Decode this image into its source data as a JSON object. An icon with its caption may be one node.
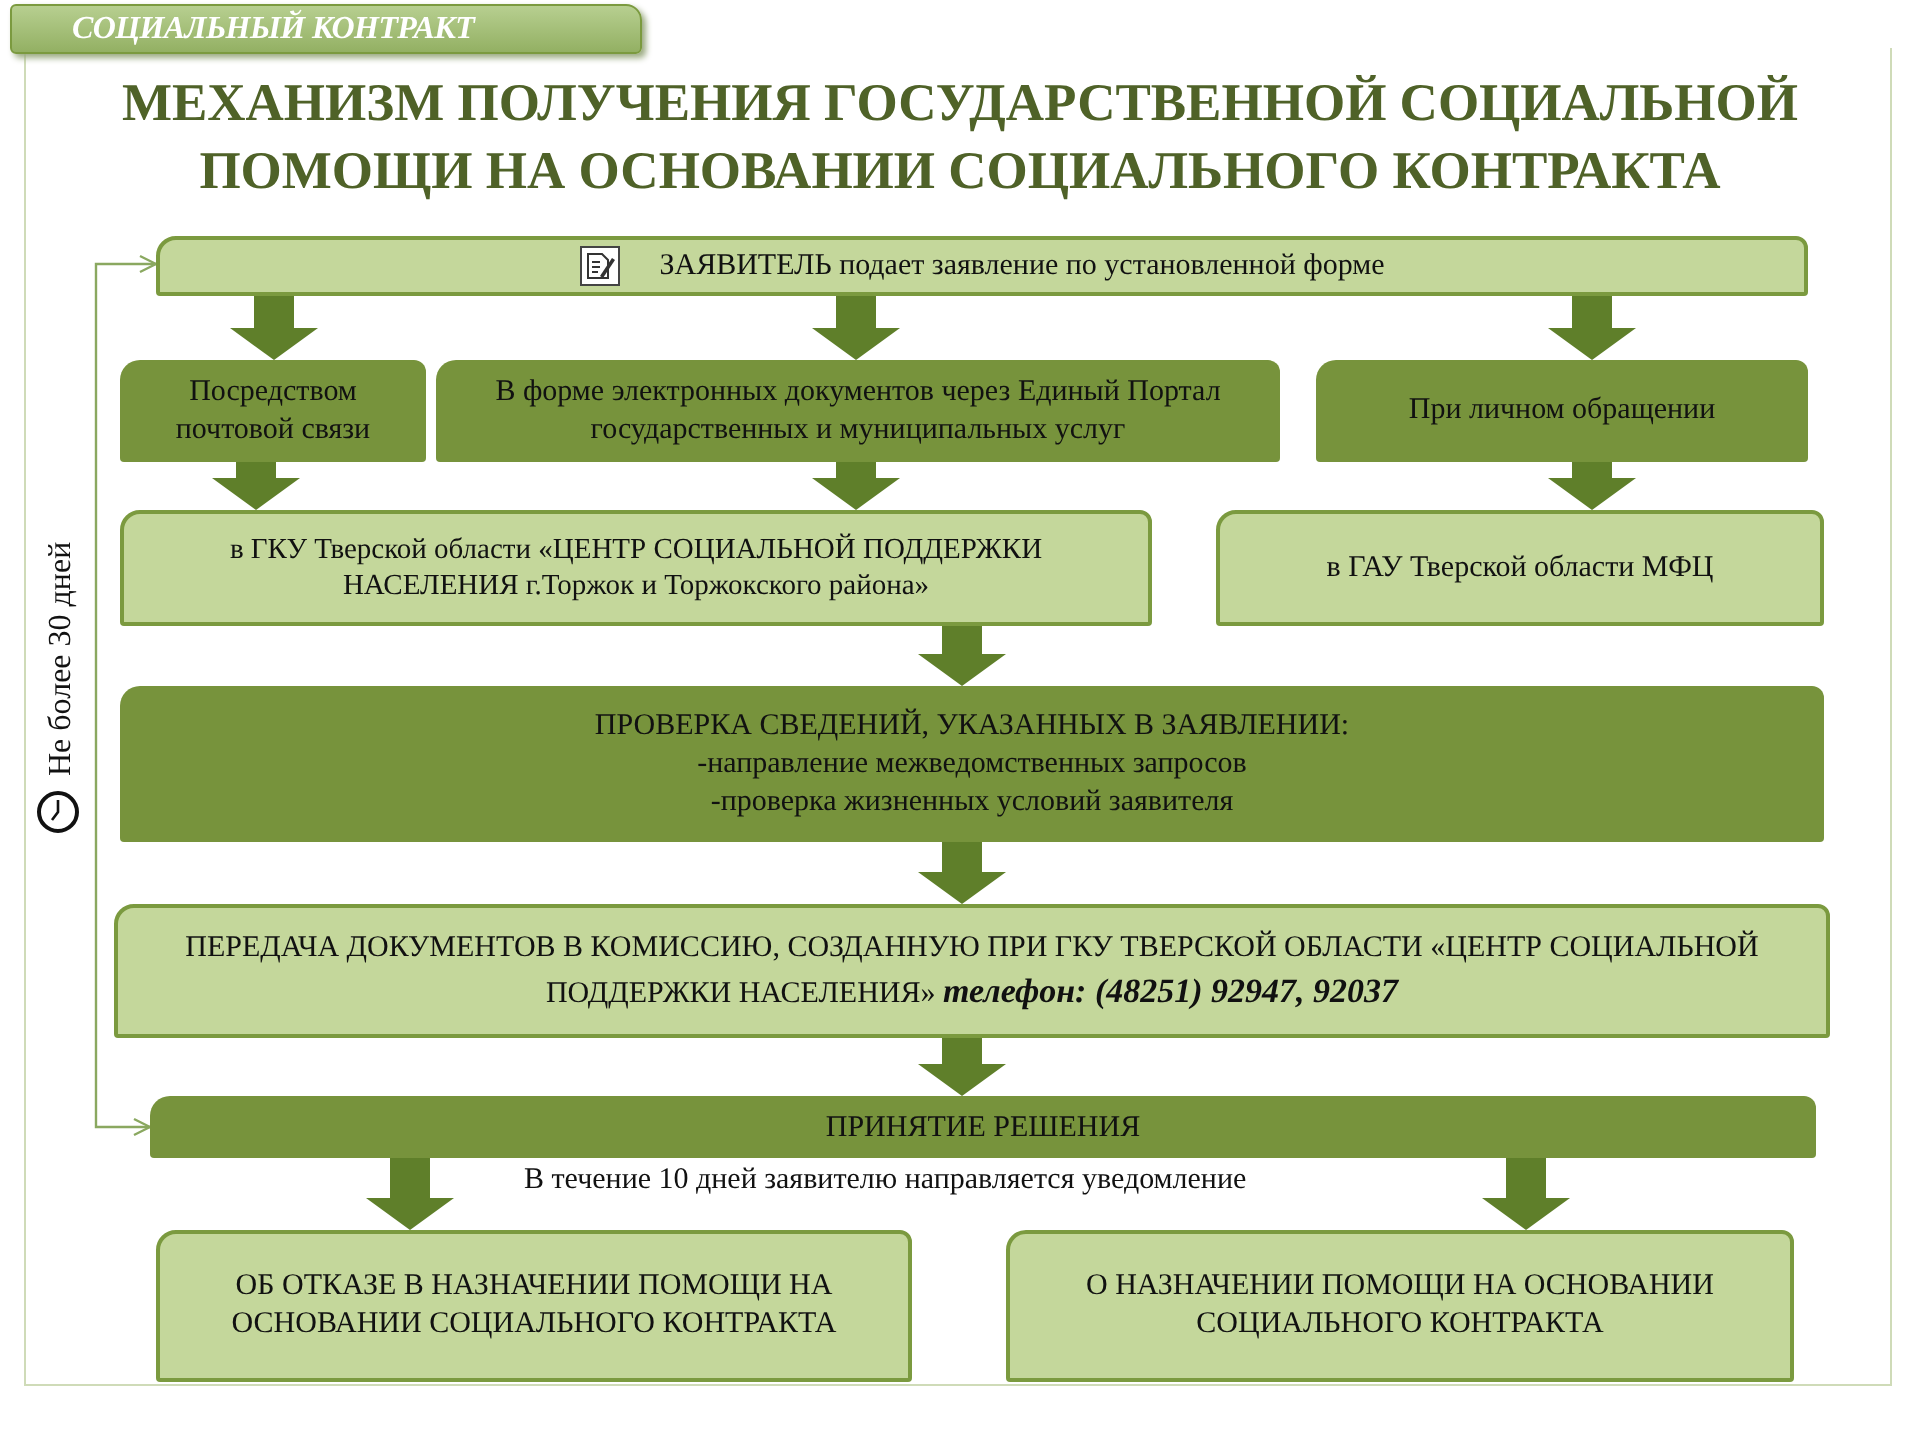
{
  "diagram": {
    "title": "МЕХАНИЗМ ПОЛУЧЕНИЯ ГОСУДАРСТВЕННОЙ СОЦИАЛЬНОЙ ПОМОЩИ НА ОСНОВАНИИ СОЦИАЛЬНОГО КОНТРАКТА",
    "nodes": [
      {
        "text": [
          "СОЦИАЛЬНЫЙ КОНТРАКТ"
        ]
      },
      {
        "text": [
          "ЗАЯВИТЕЛЬ подает заявление по установленной форме"
        ]
      },
      {
        "text": [
          "Посредством почтовой связи"
        ]
      },
      {
        "text": [
          "В форме электронных документов через Единый Портал государственных и муниципальных услуг"
        ]
      },
      {
        "text": [
          "При личном обращении"
        ]
      },
      {
        "text": [
          "в ГКУ Тверской области «ЦЕНТР СОЦИАЛЬНОЙ ПОДДЕРЖКИ НАСЕЛЕНИЯ г.Торжок и Торжокского района»"
        ]
      },
      {
        "text": [
          "в ГАУ Тверской области МФЦ"
        ]
      },
      {
        "text": [
          "ПРОВЕРКА СВЕДЕНИЙ, УКАЗАННЫХ В ЗАЯВЛЕНИИ:",
          "-направление межведомственных запросов",
          "-проверка жизненных условий заявителя"
        ]
      },
      {
        "text": [
          "ПЕРЕДАЧА ДОКУМЕНТОВ В КОМИССИЮ, СОЗДАННУЮ ПРИ ГКУ ТВЕРСКОЙ ОБЛАСТИ «ЦЕНТР СОЦИАЛЬНОЙ ПОДДЕРЖКИ НАСЕЛЕНИЯ» **телефон: (48251) 92947, 92037**"
        ]
      },
      {
        "text": [
          "ПРИНЯТИЕ РЕШЕНИЯ"
        ]
      },
      {
        "text": [
          "ОБ ОТКАЗЕ В НАЗНАЧЕНИИ ПОМОЩИ НА ОСНОВАНИИ СОЦИАЛЬНОГО КОНТРАКТА"
        ]
      },
      {
        "text": [
          "О НАЗНАЧЕНИИ ПОМОЩИ НА ОСНОВАНИИ СОЦИАЛЬНОГО КОНТРАКТА"
        ]
      }
    ],
    "edges": [
      {
        "from": 1,
        "to": 2,
        "arrow": "to"
      },
      {
        "from": 1,
        "to": 3,
        "arrow": "to"
      },
      {
        "from": 1,
        "to": 4,
        "arrow": "to"
      },
      {
        "from": 2,
        "to": 5,
        "arrow": "to"
      },
      {
        "from": 3,
        "to": 5,
        "arrow": "to"
      },
      {
        "from": 4,
        "to": 6,
        "arrow": "to"
      },
      {
        "from": 5,
        "to": 7,
        "arrow": "to"
      },
      {
        "from": 7,
        "to": 8,
        "arrow": "to"
      },
      {
        "from": 8,
        "to": 9,
        "arrow": "to"
      },
      {
        "from": 9,
        "to": 10,
        "arrow": "to"
      },
      {
        "from": 9,
        "to": 11,
        "arrow": "to"
      },
      {
        "from": 9,
        "to": 1,
        "arrow": "both",
        "color": "#8aa860"
      }
    ],
    "labels": [
      "Не более 30 дней",
      "В течение 10 дней заявителю направляется уведомление"
    ]
  }
}
